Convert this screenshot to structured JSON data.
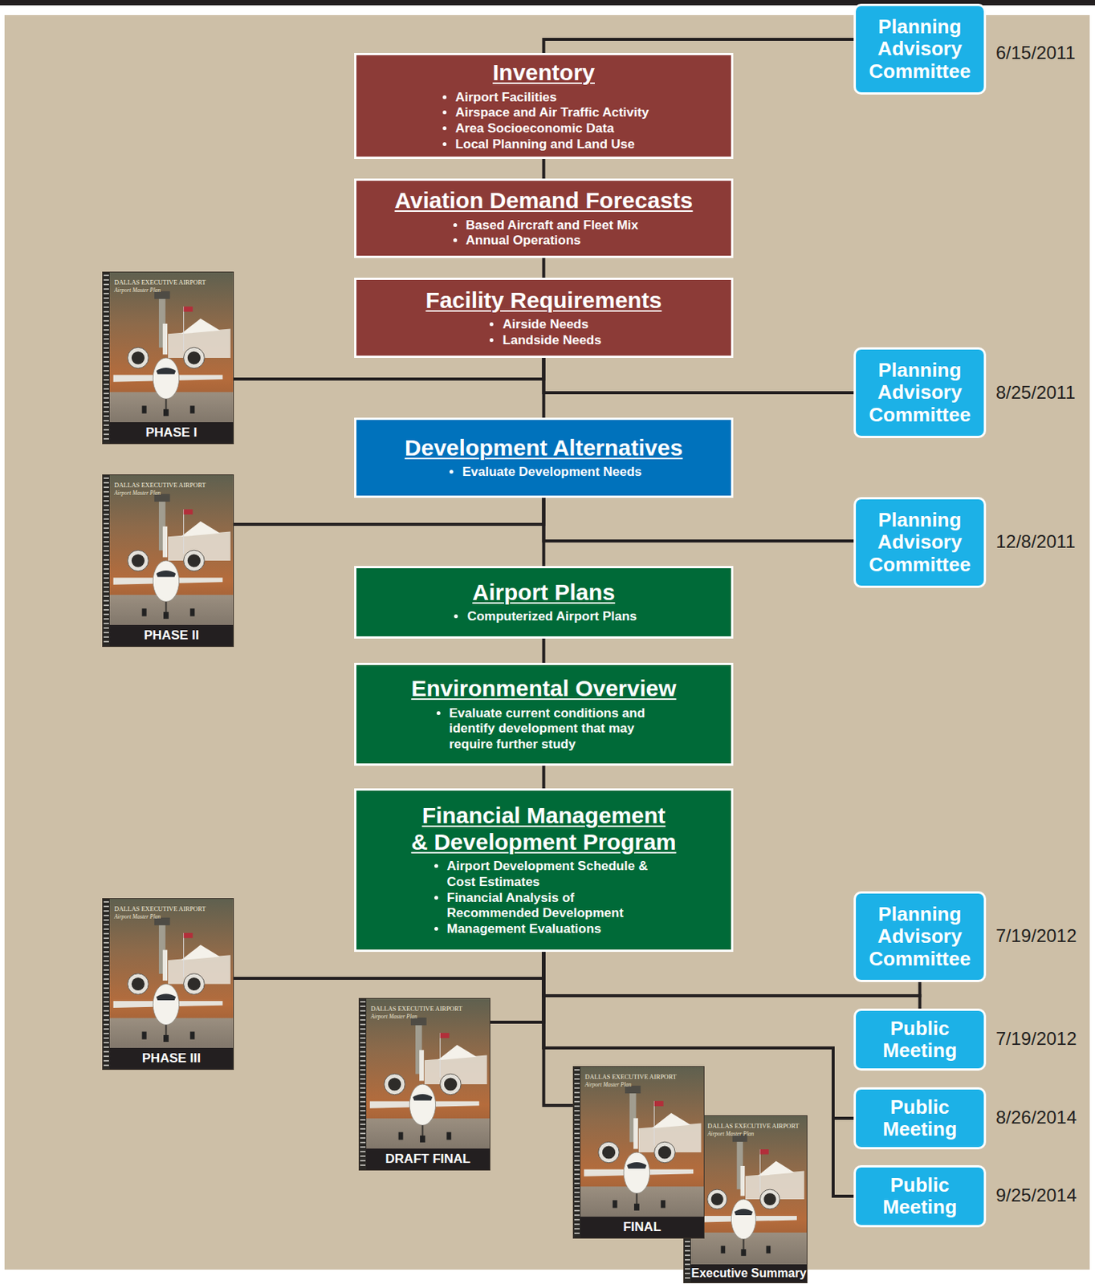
{
  "diagram": {
    "nodes": [
      {
        "text": [
          "Planning Advisory Committee"
        ]
      },
      {
        "text": [
          "Inventory",
          "Airport Facilities",
          "Airspace and Air Traffic Activity",
          "Area Socioeconomic Data",
          "Local Planning and Land Use"
        ]
      },
      {
        "text": [
          "Aviation Demand Forecasts",
          "Based Aircraft and Fleet Mix",
          "Annual Operations"
        ]
      },
      {
        "text": [
          "Facility Requirements",
          "Airside Needs",
          "Landside Needs"
        ]
      },
      {
        "text": [
          "DALLAS EXECUTIVE AIRPORT",
          "Airport Master Plan",
          "PHASE I"
        ]
      },
      {
        "text": [
          "Planning Advisory Committee"
        ]
      },
      {
        "text": [
          "Development Alternatives",
          "Evaluate Development Needs"
        ]
      },
      {
        "text": [
          "DALLAS EXECUTIVE AIRPORT",
          "Airport Master Plan",
          "PHASE II"
        ]
      },
      {
        "text": [
          "Planning Advisory Committee"
        ]
      },
      {
        "text": [
          "Airport Plans",
          "Computerized Airport Plans"
        ]
      },
      {
        "text": [
          "Environmental Overview",
          "Evaluate current conditions and identify development that may require further study"
        ]
      },
      {
        "text": [
          "Financial Management & Development Program",
          "Airport Development Schedule & Cost Estimates",
          "Financial Analysis of Recommended Development",
          "Management Evaluations"
        ]
      },
      {
        "text": [
          "DALLAS EXECUTIVE AIRPORT",
          "Airport Master Plan",
          "PHASE III"
        ]
      },
      {
        "text": [
          "Planning Advisory Committee"
        ]
      },
      {
        "text": [
          "Public Meeting"
        ]
      },
      {
        "text": [
          "DALLAS EXECUTIVE AIRPORT",
          "Airport Master Plan",
          "DRAFT FINAL"
        ]
      },
      {
        "text": [
          "Public Meeting"
        ]
      },
      {
        "text": [
          "DALLAS EXECUTIVE AIRPORT",
          "Airport Master Plan",
          "FINAL"
        ]
      },
      {
        "text": [
          "Public Meeting"
        ]
      },
      {
        "text": [
          "DALLAS EXECUTIVE AIRPORT",
          "Airport Master Plan",
          "Executive Summary"
        ]
      }
    ],
    "edges": [
      {
        "from": 0,
        "to": 1,
        "arrow": "none"
      },
      {
        "from": 1,
        "to": 2,
        "arrow": "none"
      },
      {
        "from": 2,
        "to": 3,
        "arrow": "none"
      },
      {
        "from": 3,
        "to": 6,
        "arrow": "none"
      },
      {
        "from": 3,
        "to": 4,
        "arrow": "none"
      },
      {
        "from": 3,
        "to": 5,
        "arrow": "none"
      },
      {
        "from": 6,
        "to": 9,
        "arrow": "none"
      },
      {
        "from": 6,
        "to": 7,
        "arrow": "none"
      },
      {
        "from": 6,
        "to": 8,
        "arrow": "none"
      },
      {
        "from": 9,
        "to": 10,
        "arrow": "none"
      },
      {
        "from": 10,
        "to": 11,
        "arrow": "none"
      },
      {
        "from": 11,
        "to": 12,
        "arrow": "none"
      },
      {
        "from": 11,
        "to": 13,
        "arrow": "none"
      },
      {
        "from": 11,
        "to": 14,
        "arrow": "none"
      },
      {
        "from": 11,
        "to": 15,
        "arrow": "none"
      },
      {
        "from": 11,
        "to": 16,
        "arrow": "none"
      },
      {
        "from": 11,
        "to": 18,
        "arrow": "none"
      },
      {
        "from": 11,
        "to": 17,
        "arrow": "none"
      }
    ],
    "labels": [
      "6/15/2011",
      "8/25/2011",
      "12/8/2011",
      "7/19/2012",
      "7/19/2012",
      "8/26/2014",
      "9/25/2014"
    ]
  }
}
